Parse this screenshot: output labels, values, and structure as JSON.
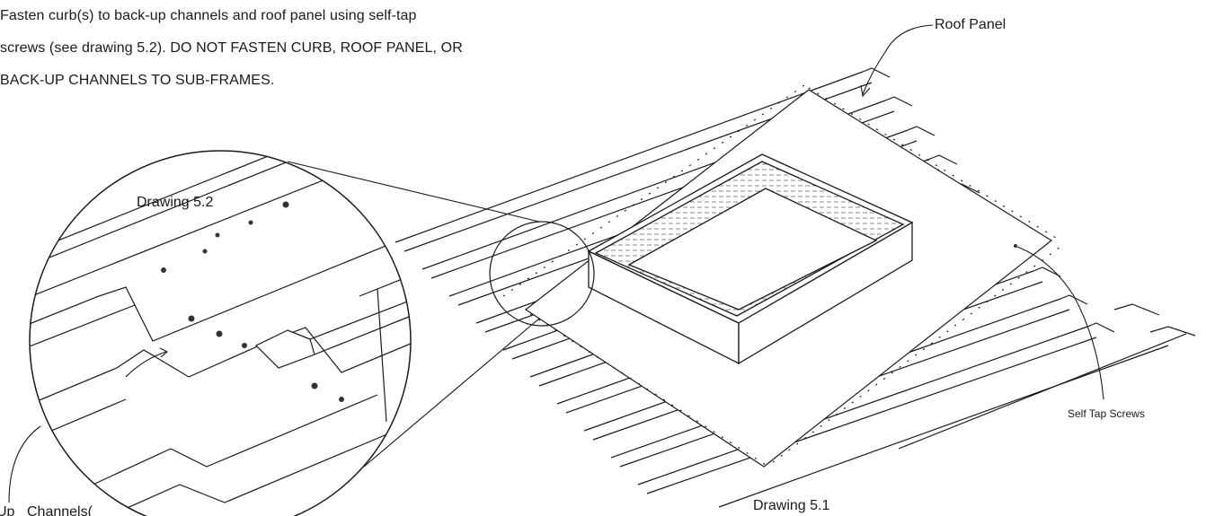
{
  "instructions": {
    "line1": "Fasten curb(s) to back-up channels and roof panel using self-tap",
    "line2": "screws (see drawing 5.2). DO NOT FASTEN CURB, ROOF PANEL, OR",
    "line3": "BACK-UP CHANNELS TO SUB-FRAMES."
  },
  "labels": {
    "roof_panel": "Roof Panel",
    "drawing_52": "Drawing 5.2",
    "self_tap_screws": "Self Tap Screws",
    "drawing_51": "Drawing 5.1",
    "back_up_channels": "Channels(",
    "back_up_channels_prefix": "Up"
  },
  "colors": {
    "line": "#1a1a1a",
    "hatch": "#888888",
    "screw": "#333333"
  }
}
